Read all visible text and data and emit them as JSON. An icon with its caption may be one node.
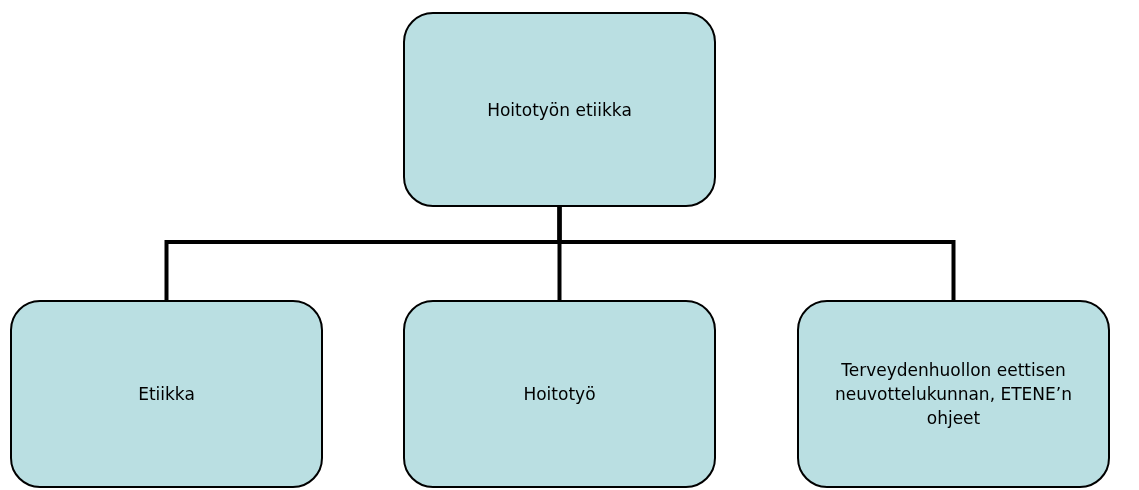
{
  "diagram": {
    "nodes": [
      {
        "text": [
          "Hoitotyön etiikka"
        ]
      },
      {
        "text": [
          "Etiikka"
        ]
      },
      {
        "text": [
          "Hoitotyö"
        ]
      },
      {
        "text": [
          "Terveydenhuollon eettisen neuvottelukunnan, ETENE’n ohjeet"
        ]
      }
    ],
    "edges": [
      {
        "from": 0,
        "to": 1,
        "arrow": "none"
      },
      {
        "from": 0,
        "to": 2,
        "arrow": "none"
      },
      {
        "from": 0,
        "to": 3,
        "arrow": "none"
      }
    ]
  }
}
